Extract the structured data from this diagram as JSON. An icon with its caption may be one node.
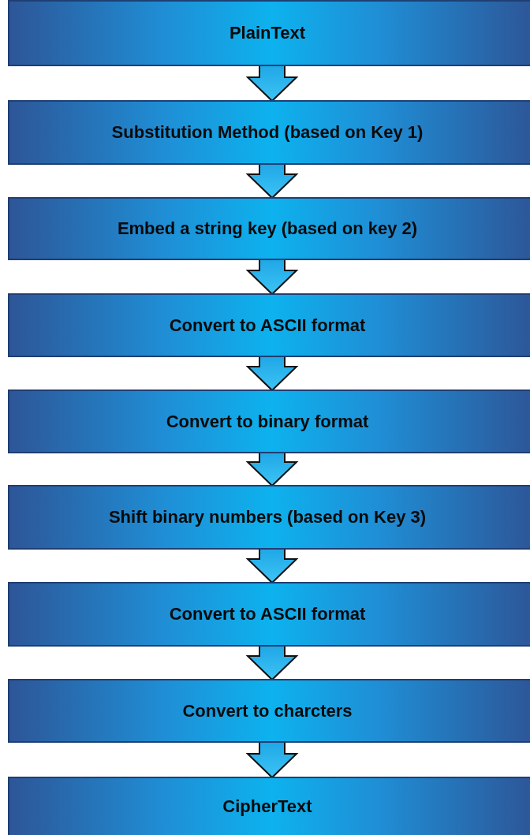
{
  "diagram": {
    "nodes": [
      {
        "text": [
          "PlainText"
        ]
      },
      {
        "text": [
          "Substitution Method (based on Key 1)"
        ]
      },
      {
        "text": [
          "Embed a string key (based on key 2)"
        ]
      },
      {
        "text": [
          "Convert to ASCII format"
        ]
      },
      {
        "text": [
          "Convert to binary format"
        ]
      },
      {
        "text": [
          "Shift binary numbers (based on Key 3)"
        ]
      },
      {
        "text": [
          "Convert to ASCII format"
        ]
      },
      {
        "text": [
          "Convert to charcters"
        ]
      },
      {
        "text": [
          "CipherText"
        ]
      }
    ],
    "edges": [
      {
        "from": 0,
        "to": 1,
        "arrow": "to"
      },
      {
        "from": 1,
        "to": 2,
        "arrow": "to"
      },
      {
        "from": 2,
        "to": 3,
        "arrow": "to"
      },
      {
        "from": 3,
        "to": 4,
        "arrow": "to"
      },
      {
        "from": 4,
        "to": 5,
        "arrow": "to"
      },
      {
        "from": 5,
        "to": 6,
        "arrow": "to"
      },
      {
        "from": 6,
        "to": 7,
        "arrow": "to"
      },
      {
        "from": 7,
        "to": 8,
        "arrow": "to"
      }
    ]
  }
}
